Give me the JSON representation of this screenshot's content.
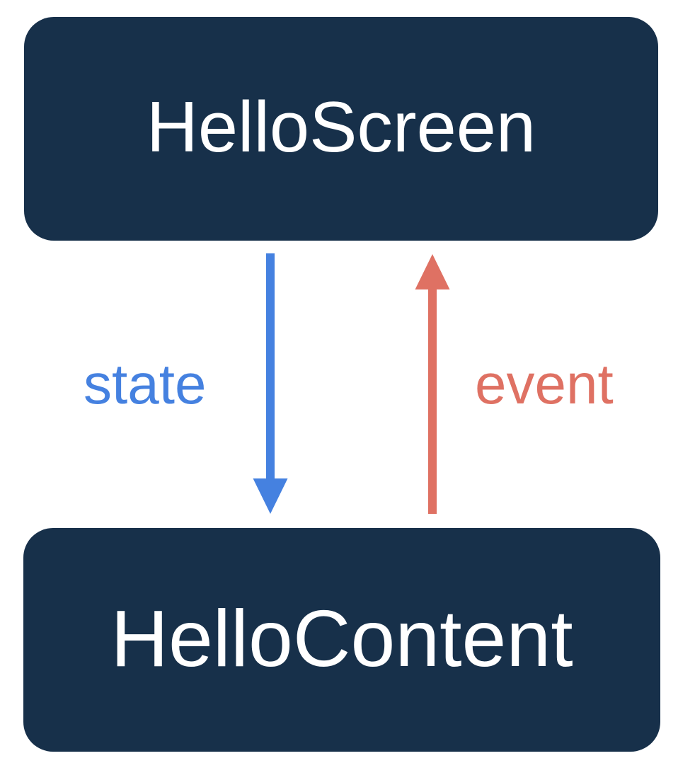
{
  "diagram": {
    "type": "component-data-flow",
    "title": "HelloScreen / HelloContent state and event flow",
    "background_color": "#ffffff",
    "nodes": [
      {
        "id": "hello-screen",
        "label": "HelloScreen",
        "fill_color": "#17304A",
        "text_color": "#ffffff"
      },
      {
        "id": "hello-content",
        "label": "HelloContent",
        "fill_color": "#17304A",
        "text_color": "#ffffff"
      }
    ],
    "edges": [
      {
        "id": "state-edge",
        "label": "state",
        "from": "hello-screen",
        "to": "hello-content",
        "direction": "down",
        "color": "#4581E0"
      },
      {
        "id": "event-edge",
        "label": "event",
        "from": "hello-content",
        "to": "hello-screen",
        "direction": "up",
        "color": "#DF7163"
      }
    ]
  }
}
